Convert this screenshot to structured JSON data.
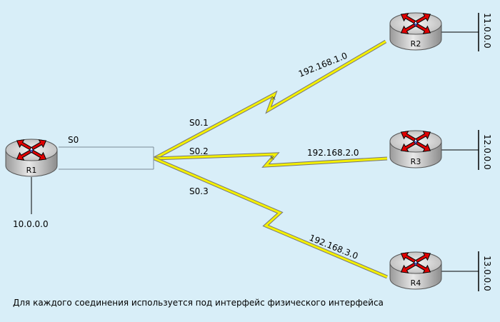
{
  "routers": {
    "r1": "R1",
    "r2": "R2",
    "r3": "R3",
    "r4": "R4"
  },
  "interfaces": {
    "main": "S0",
    "sub1": "S0.1",
    "sub2": "S0.2",
    "sub3": "S0.3"
  },
  "links": {
    "link1": "192.168.1.0",
    "link2": "192.168.2.0",
    "link3": "192.168.3.0"
  },
  "networks": {
    "r1_lan": "10.0.0.0",
    "r2_lan": "11.0.0.0",
    "r3_lan": "12.0.0.0",
    "r4_lan": "13.0.0.0"
  },
  "caption": "Для каждого соединения используется под интерфейс физического интерфейса",
  "colors": {
    "background": "#d8eef8",
    "serial_link": "#f4f000",
    "arrow": "#e00000"
  }
}
